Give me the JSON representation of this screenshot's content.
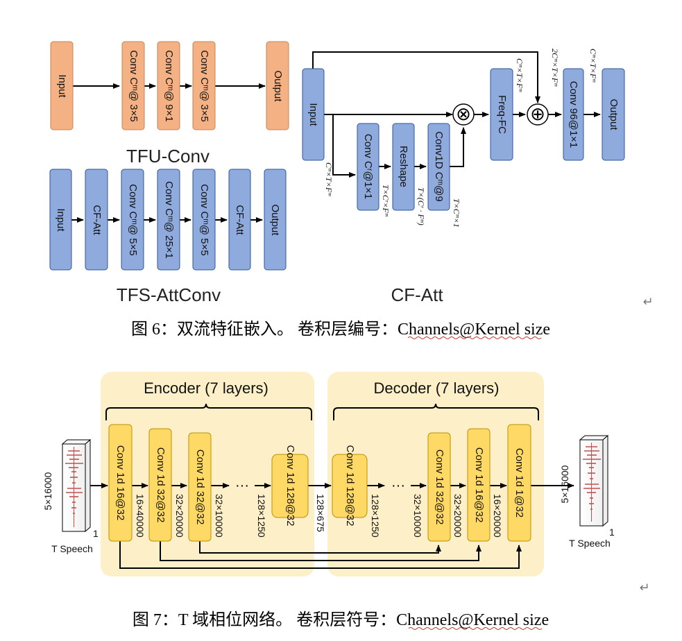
{
  "fig6": {
    "tfu_conv": {
      "title": "TFU-Conv",
      "boxes": [
        "Input",
        "Conv Cᵐ@ 3×5",
        "Conv Cᵐ@ 9×1",
        "Conv Cᵐ@ 3×5",
        "Output"
      ]
    },
    "tfs_attconv": {
      "title": "TFS-AttConv",
      "boxes": [
        "Input",
        "CF-Att",
        "Conv Cᵐ@ 5×5",
        "Conv Cᵐ@ 25×1",
        "Conv Cᵐ@ 5×5",
        "CF-Att",
        "Output"
      ]
    },
    "cf_att": {
      "title": "CF-Att",
      "boxes": {
        "input": "Input",
        "conv_cr": "Conv Cʳ@1×1",
        "reshape": "Reshape",
        "conv1d": "Conv1D Cᵐ@9",
        "freq_fc": "Freq-FC",
        "conv96": "Conv 96@1×1",
        "output": "Output"
      },
      "dims": {
        "input_dim": "Cᵐ×T×Fᵐ",
        "conv_cr_dim": "T×Cʳ×Fᵐ",
        "reshape_dim": "T×(Cʳ · Fᵐ)",
        "conv1d_dim": "T×Cᵐ×1",
        "freq_fc_dim": "Cᵐ×T×Fᵐ",
        "concat_dim": "2Cᵐ×T×Fᵐ",
        "output_dim": "Cᵐ×T×Fᵐ"
      },
      "ops": {
        "multiply": "⊗",
        "concat": "⊕"
      }
    },
    "caption": "图 6：双流特征嵌入。  卷积层编号：Channels@Kernel  size"
  },
  "fig7": {
    "encoder_title": "Encoder (7 layers)",
    "decoder_title": "Decoder (7 layers)",
    "input_label": "T Speech",
    "input_dim": "5×16000",
    "input_depth": "1",
    "output_label": "T Speech",
    "output_dim": "5×16000",
    "output_depth": "1",
    "encoder_boxes": [
      "Conv 1d  16@32",
      "Conv 1d 32@32",
      "Conv 1d 32@32",
      "Conv 1d 128@32"
    ],
    "encoder_dims": [
      "16×40000",
      "32×20000",
      "32×10000",
      "128×1250",
      "128×675"
    ],
    "decoder_boxes": [
      "Conv 1d 128@32",
      "Conv 1d 32@32",
      "Conv 1d 16@32",
      "Conv 1d  1@32"
    ],
    "decoder_dims": [
      "128×1250",
      "32×10000",
      "32×20000",
      "16×20000"
    ],
    "ellipsis": "···",
    "caption": "图 7：T  域相位网络。  卷积层符号：Channels@Kernel  size"
  },
  "return_marks": [
    "↵",
    "↵"
  ],
  "colors": {
    "orange_fill": "#f4b183",
    "orange_stroke": "#c5855a",
    "blue_fill": "#8faadc",
    "blue_stroke": "#2f5597",
    "yellow_fill": "#ffd966",
    "yellow_stroke": "#bf9000",
    "panel_fill": "#fdefc8",
    "waveform": "#c0504d"
  }
}
